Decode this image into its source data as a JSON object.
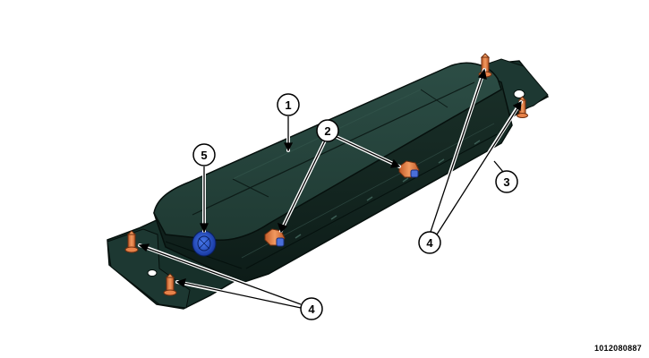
{
  "figure": {
    "id": "1012080887",
    "callouts": [
      "1",
      "2",
      "3",
      "4",
      "4",
      "5"
    ]
  },
  "colors": {
    "housing": "#1f3a33",
    "housing_light": "#2c4d45",
    "housing_dark": "#0f211d",
    "connector_orange": "#e8834a",
    "connector_blue": "#1f4fc7",
    "callout_outline": "#000000"
  },
  "icons": {
    "stud": "orange-stud-icon",
    "connector": "orange-connector-icon",
    "vent": "blue-vent-icon"
  }
}
